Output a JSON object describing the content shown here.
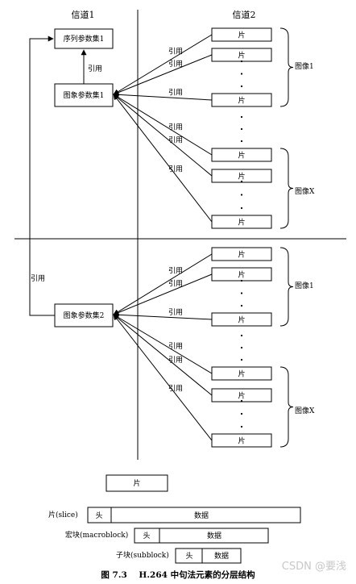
{
  "headers": {
    "channel1": "信道1",
    "channel2": "信道2"
  },
  "sps_label": "序列参数集1",
  "pps1_label": "图象参数集1",
  "pps2_label": "图象参数集2",
  "ref_label": "引用",
  "slice_label": "片",
  "picture1_label": "图像1",
  "pictureX_label": "图像X",
  "detail": {
    "slice_box": "片",
    "slice_row_label": "片(slice)",
    "mb_row_label": "宏块(macroblock)",
    "sub_row_label": "子块(subblock)",
    "head_label": "头",
    "data_label": "数据"
  },
  "caption": "图 7.3    H.264 中句法元素的分层结构",
  "watermark": "CSDN @要浅"
}
